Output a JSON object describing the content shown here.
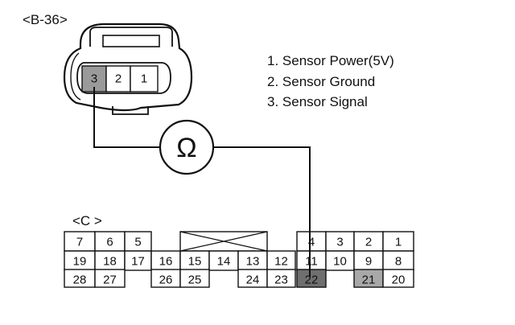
{
  "sensor_connector": {
    "id": "<B-36>",
    "pins": [
      "3",
      "2",
      "1"
    ],
    "highlighted_pin": "3"
  },
  "legend": [
    "1. Sensor Power(5V)",
    "2. Sensor Ground",
    "3. Sensor Signal"
  ],
  "meter_symbol": "Ω",
  "ecu_connector": {
    "id": "<C >",
    "cells": [
      {
        "label": "7",
        "row": 0,
        "col": 0
      },
      {
        "label": "6",
        "row": 0,
        "col": 1
      },
      {
        "label": "5",
        "row": 0,
        "col": 2
      },
      {
        "label": "4",
        "row": 0,
        "col": 9
      },
      {
        "label": "3",
        "row": 0,
        "col": 10
      },
      {
        "label": "2",
        "row": 0,
        "col": 11
      },
      {
        "label": "1",
        "row": 0,
        "col": 12
      },
      {
        "label": "19",
        "row": 1,
        "col": 0
      },
      {
        "label": "18",
        "row": 1,
        "col": 1
      },
      {
        "label": "17",
        "row": 1,
        "col": 2
      },
      {
        "label": "16",
        "row": 1,
        "col": 3
      },
      {
        "label": "15",
        "row": 1,
        "col": 4
      },
      {
        "label": "14",
        "row": 1,
        "col": 5
      },
      {
        "label": "13",
        "row": 1,
        "col": 6
      },
      {
        "label": "12",
        "row": 1,
        "col": 7
      },
      {
        "label": "11",
        "row": 1,
        "col": 9
      },
      {
        "label": "10",
        "row": 1,
        "col": 10
      },
      {
        "label": "9",
        "row": 1,
        "col": 11
      },
      {
        "label": "8",
        "row": 1,
        "col": 12
      },
      {
        "label": "28",
        "row": 2,
        "col": 0
      },
      {
        "label": "27",
        "row": 2,
        "col": 1
      },
      {
        "label": "26",
        "row": 2,
        "col": 3
      },
      {
        "label": "25",
        "row": 2,
        "col": 4
      },
      {
        "label": "24",
        "row": 2,
        "col": 6
      },
      {
        "label": "23",
        "row": 2,
        "col": 7
      },
      {
        "label": "22",
        "row": 2,
        "col": 9,
        "highlight": "dark"
      },
      {
        "label": "21",
        "row": 2,
        "col": 11,
        "highlight": "light"
      },
      {
        "label": "20",
        "row": 2,
        "col": 12
      }
    ]
  }
}
